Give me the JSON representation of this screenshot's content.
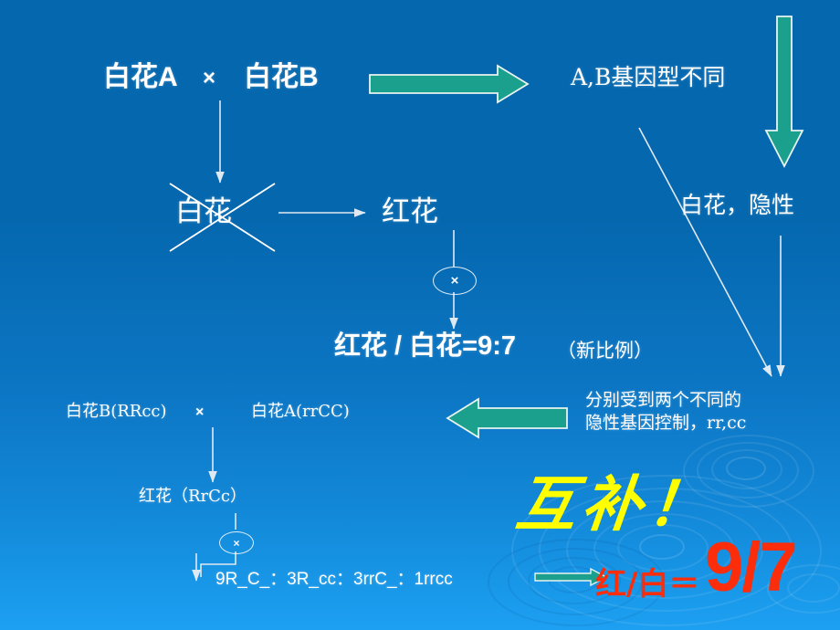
{
  "slide": {
    "background_top_color": "#0567ae",
    "background_bottom_color": "#1ea0f2",
    "accent_arrow_color": "#1aa08c",
    "highlight_yellow": "#ffff00",
    "highlight_red": "#fb2d0a",
    "text_color": "#ffffff"
  },
  "cross_top": {
    "parent_a": "白花A",
    "cross_symbol": "×",
    "parent_b": "白花B"
  },
  "top_right_note": "A,B基因型不同",
  "f1_row": {
    "crossed_out_label": "白花",
    "result_label": "红花"
  },
  "self_cross_symbol_1": "×",
  "f2_ratio": {
    "text": "红花 / 白花=9:7",
    "note": "（新比例）"
  },
  "right_notes": {
    "recessive_note": "白花，隐性",
    "control_note_line1": "分别受到两个不同的",
    "control_note_line2": "隐性基因控制，rr,cc"
  },
  "genotype_cross": {
    "parent_left": "白花B(RRcc)",
    "cross_symbol": "×",
    "parent_right": "白花A(rrCC)"
  },
  "f1_genotype": "红花（RrCc）",
  "self_cross_symbol_2": "×",
  "f2_genotypes": "9R_C_：3R_cc：3rrC_：1rrcc",
  "conclusion": {
    "emphasis": "互补！",
    "ratio_prefix": "红/白＝",
    "ratio_value": "9/7"
  }
}
